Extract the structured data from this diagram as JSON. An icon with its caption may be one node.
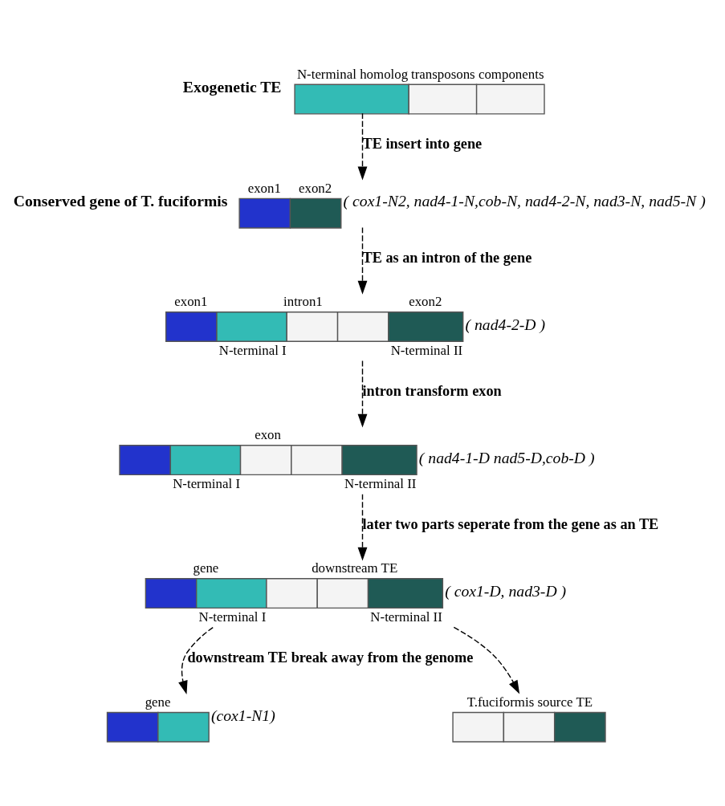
{
  "diagram": {
    "nodes": [
      {
        "text": [
          "N-terminal homolog",
          "transposons components"
        ],
        "beside": [
          "Exogenetic TE"
        ]
      },
      {
        "text": [
          "exon1",
          "exon2"
        ],
        "beside": [
          "Conserved gene of T. fuciformis",
          "( cox1-N2, nad4-1-N,cob-N, nad4-2-N, nad3-N, nad5-N )"
        ]
      },
      {
        "text": [
          "exon1",
          "intron1",
          "exon2",
          "N-terminal I",
          "N-terminal II"
        ],
        "beside": [
          "( nad4-2-D )"
        ]
      },
      {
        "text": [
          "exon",
          "N-terminal I",
          "N-terminal II"
        ],
        "beside": [
          "( nad4-1-D nad5-D,cob-D )"
        ]
      },
      {
        "text": [
          "gene",
          "downstream TE",
          "N-terminal I",
          "N-terminal II"
        ],
        "beside": [
          "( cox1-D, nad3-D )"
        ]
      },
      {
        "text": [
          "gene"
        ],
        "beside": [
          "(cox1-N1)"
        ]
      },
      {
        "text": [
          "T.fuciformis source TE"
        ]
      }
    ],
    "edges": [
      {
        "from": 0,
        "to": 1,
        "arrow": "to",
        "style": "dashed",
        "label": "TE insert into gene"
      },
      {
        "from": 1,
        "to": 2,
        "arrow": "to",
        "style": "dashed",
        "label": "TE as an intron of the gene"
      },
      {
        "from": 2,
        "to": 3,
        "arrow": "to",
        "style": "dashed",
        "label": "intron transform exon"
      },
      {
        "from": 3,
        "to": 4,
        "arrow": "to",
        "style": "dashed",
        "label": "later two parts seperate from the gene as an TE"
      },
      {
        "from": 4,
        "to": 5,
        "arrow": "to",
        "style": "dashed",
        "label": "downstream TE break away from the genome"
      },
      {
        "from": 4,
        "to": 6,
        "arrow": "to",
        "style": "dashed"
      }
    ]
  }
}
